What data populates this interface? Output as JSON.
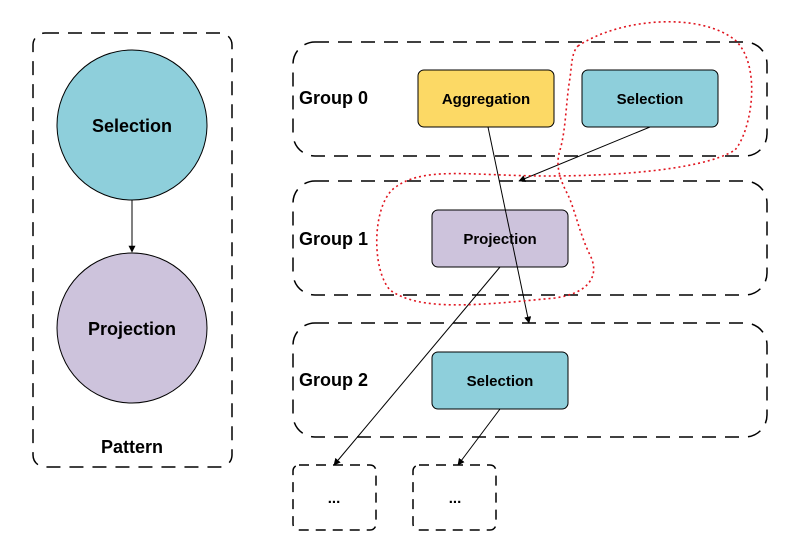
{
  "pattern": {
    "label": "Pattern",
    "top_node": {
      "label": "Selection",
      "color": "#8ecfdb"
    },
    "bottom_node": {
      "label": "Projection",
      "color": "#cdc3dc"
    }
  },
  "groups": [
    {
      "label": "Group 0"
    },
    {
      "label": "Group 1"
    },
    {
      "label": "Group 2"
    }
  ],
  "operators": {
    "aggregation": {
      "label": "Aggregation",
      "color": "#fcd965"
    },
    "selection_g0": {
      "label": "Selection",
      "color": "#8ecfdb"
    },
    "projection_g1": {
      "label": "Projection",
      "color": "#cdc3dc"
    },
    "selection_g2": {
      "label": "Selection",
      "color": "#8ecfdb"
    }
  },
  "placeholders": [
    {
      "label": "..."
    },
    {
      "label": "..."
    }
  ],
  "colors": {
    "match_outline": "#e0141e",
    "stroke": "#000000"
  }
}
